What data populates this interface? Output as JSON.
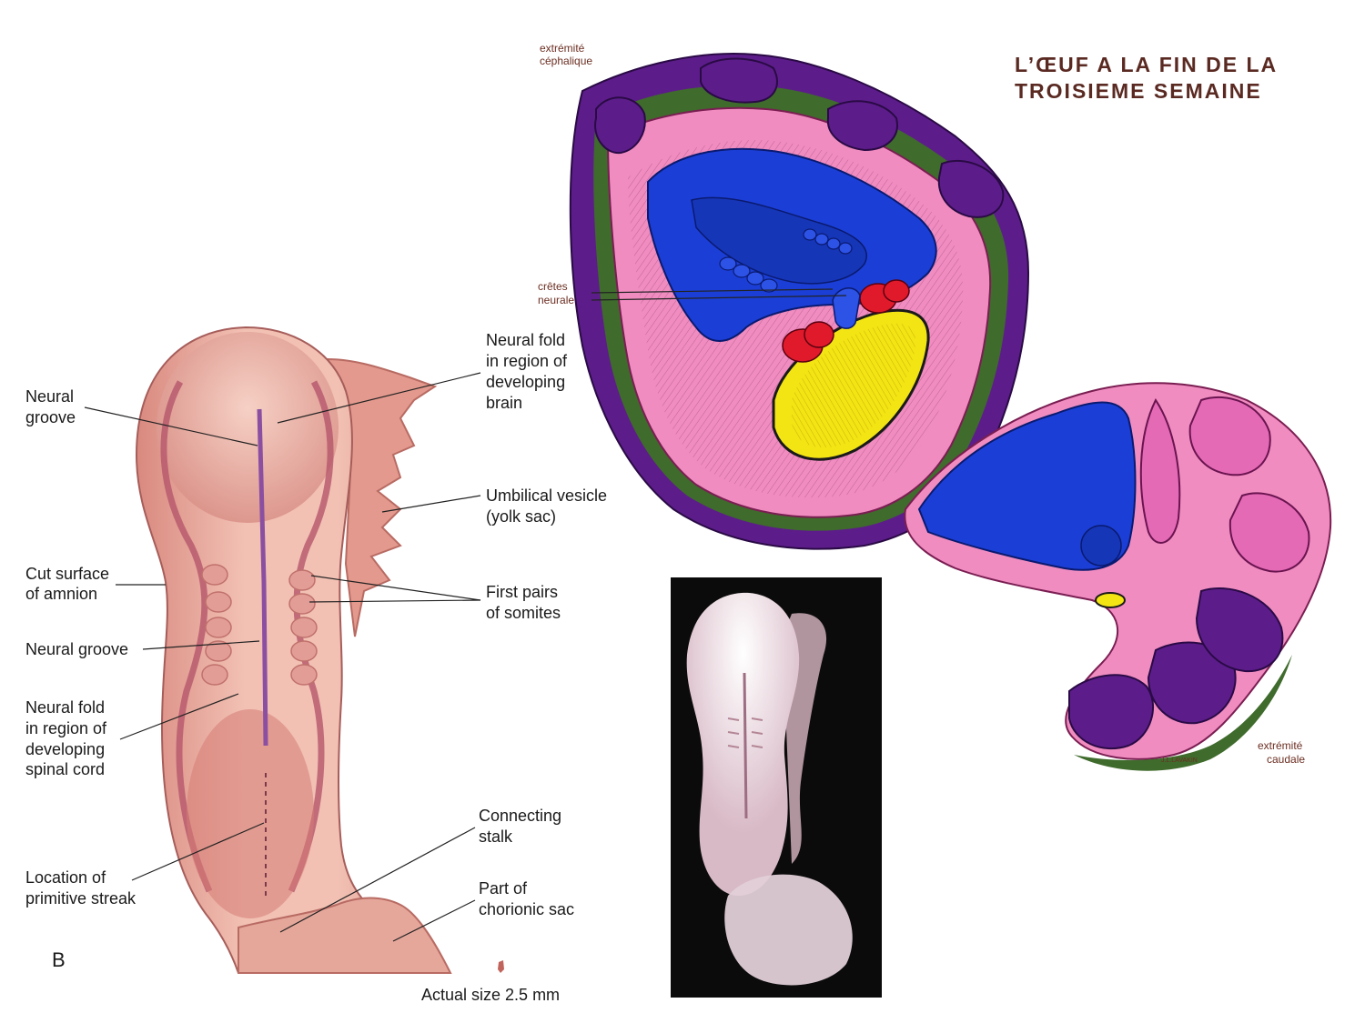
{
  "title": {
    "line1": "L’ŒUF A LA FIN DE LA",
    "line2": "TROISIEME SEMAINE"
  },
  "french_labels": {
    "cephalic": [
      "extrémité",
      "céphalique"
    ],
    "neural_crests": [
      "crêtes",
      "neurale"
    ],
    "caudal": [
      "extrémité",
      "caudale"
    ],
    "signature": "J.L.LAVAKIN"
  },
  "embryo_labels": {
    "neural_groove_top": [
      "Neural",
      "groove"
    ],
    "neural_fold_brain": [
      "Neural fold",
      "in region of",
      "developing",
      "brain"
    ],
    "umbilical_vesicle": [
      "Umbilical vesicle",
      "(yolk sac)"
    ],
    "cut_surface": [
      "Cut surface",
      "of amnion"
    ],
    "first_somites": [
      "First pairs",
      "of somites"
    ],
    "neural_groove_mid": "Neural groove",
    "neural_fold_spinal": [
      "Neural fold",
      "in region of",
      "developing",
      "spinal cord"
    ],
    "connecting_stalk": [
      "Connecting",
      "stalk"
    ],
    "primitive_streak": [
      "Location of",
      "primitive streak"
    ],
    "chorionic_sac": [
      "Part of",
      "chorionic sac"
    ],
    "panel_letter": "B",
    "actual_size": "Actual size 2.5 mm"
  },
  "colors": {
    "embryo_pink": "#e9a79b",
    "fold_dark": "#b8606a",
    "amnion_blue": "#1b3fd6",
    "yolk_yellow": "#f3e413",
    "wall_pink": "#f08cc0",
    "decidua_purple": "#4a1780",
    "mesoderm_green": "#3f6b2c",
    "somite_red": "#e01a2a",
    "photo_bg": "#0b0b0b"
  }
}
